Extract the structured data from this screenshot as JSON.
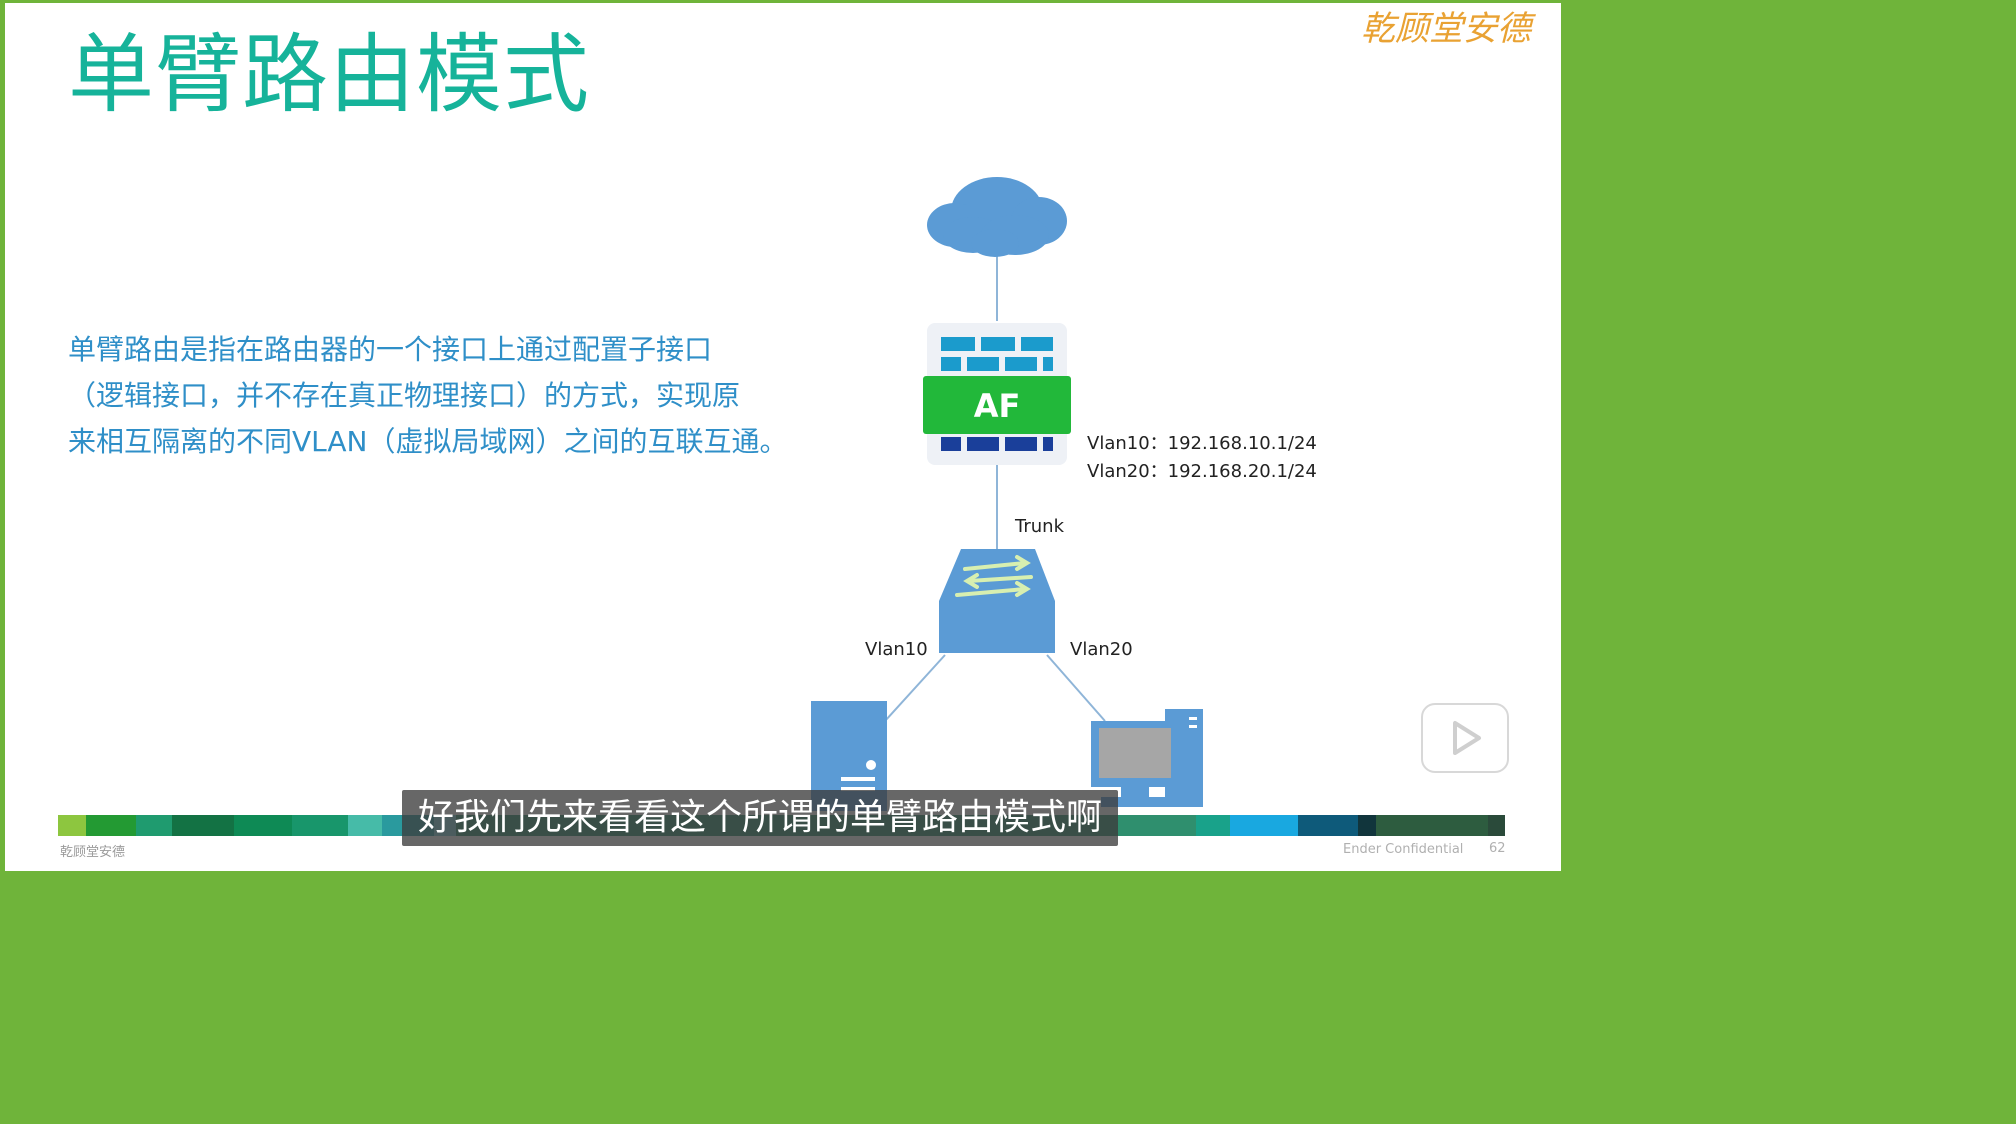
{
  "slide": {
    "title": "单臂路由模式",
    "brand_logo": "乾顾堂安德",
    "description_lines": [
      "单臂路由是指在路由器的一个接口上通过配置子接口",
      "（逻辑接口，并不存在真正物理接口）的方式，实现原",
      "来相互隔离的不同VLAN（虚拟局域网）之间的互联互通。"
    ],
    "footer_left": "乾顾堂安德",
    "footer_right": "Ender Confidential",
    "page_number": "62"
  },
  "diagram": {
    "firewall_label": "AF",
    "vlan10_ip": "Vlan10：192.168.10.1/24",
    "vlan20_ip": "Vlan20：192.168.20.1/24",
    "trunk_label": "Trunk",
    "left_link_label": "Vlan10",
    "right_link_label": "Vlan20",
    "colors": {
      "title": "#16b39a",
      "description": "#2f8fc8",
      "device_blue": "#5b9bd5",
      "firewall_green": "#22b83a"
    }
  },
  "video": {
    "subtitle": "好我们先来看看这个所谓的单臂路由模式啊",
    "play_icon": "play-icon"
  }
}
